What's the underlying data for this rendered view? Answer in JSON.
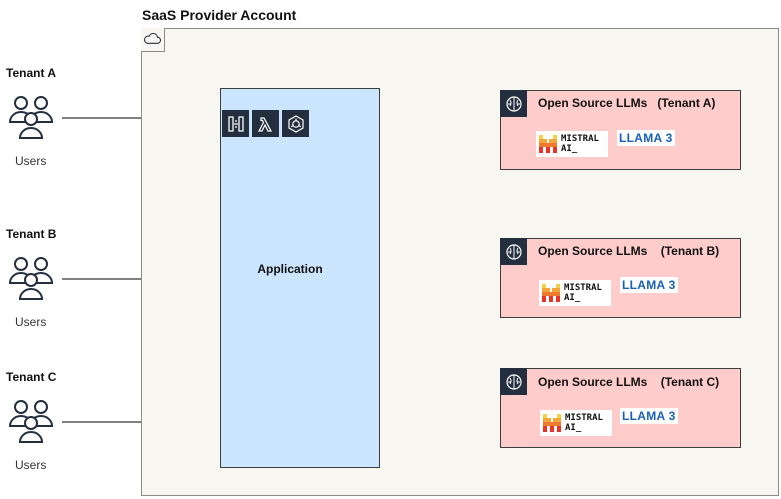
{
  "account": {
    "title": "SaaS Provider Account",
    "icon": "cloud-icon"
  },
  "tenants": [
    {
      "name": "Tenant A",
      "users_label": "Users"
    },
    {
      "name": "Tenant B",
      "users_label": "Users"
    },
    {
      "name": "Tenant C",
      "users_label": "Users"
    }
  ],
  "application": {
    "label": "Application",
    "service_icons": [
      "api-gateway-icon",
      "lambda-icon",
      "eks-icon"
    ]
  },
  "llm_groups": [
    {
      "title": "Open Source LLMs",
      "tenant": "(Tenant A)",
      "logos": [
        "MISTRAL AI_",
        "LLAMA 3"
      ]
    },
    {
      "title": "Open Source LLMs",
      "tenant": "(Tenant B)",
      "logos": [
        "MISTRAL AI_",
        "LLAMA 3"
      ]
    },
    {
      "title": "Open Source LLMs",
      "tenant": "(Tenant C)",
      "logos": [
        "MISTRAL AI_",
        "LLAMA 3"
      ]
    }
  ],
  "logos": {
    "mistral_line1": "MISTRAL",
    "mistral_line2": "AI_",
    "llama": "LLAMA 3"
  },
  "colors": {
    "account_bg": "#f8f6f0",
    "application_bg": "#cce5ff",
    "llm_bg": "#ffcccc",
    "icon_bg": "#232f3e",
    "llama_blue": "#1a5fb4"
  }
}
